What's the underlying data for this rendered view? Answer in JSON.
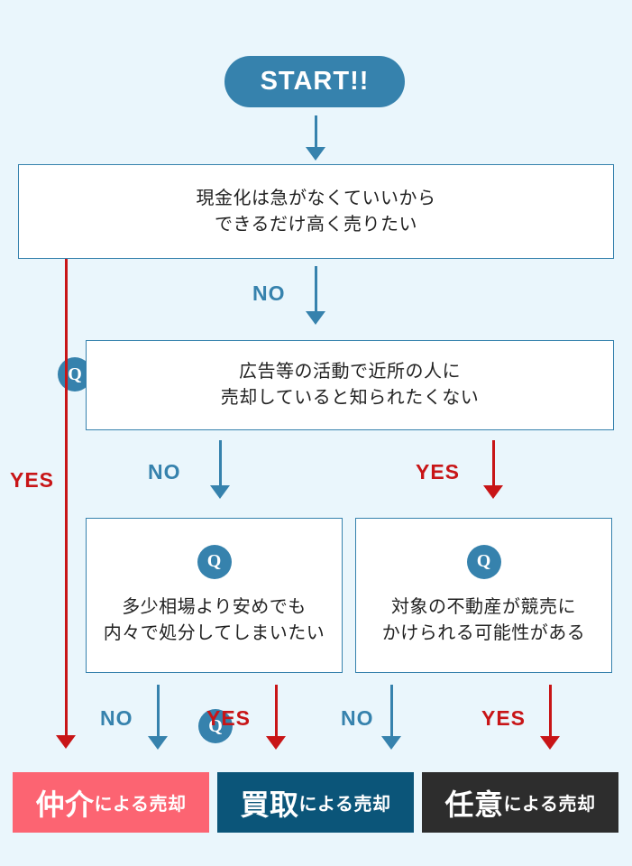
{
  "diagram": {
    "title_pill": "START!!",
    "colors": {
      "background": "#eaf6fc",
      "blue": "#3682ad",
      "red": "#c81517",
      "result_coral": "#fc6472",
      "result_navy": "#0b5579",
      "result_dark": "#2d2d2d",
      "box_fill": "#ffffff",
      "text": "#222222"
    },
    "questions": [
      {
        "badge": "Q",
        "text": "現金化は急がなくていいから\nできるだけ高く売りたい"
      },
      {
        "badge": "Q",
        "text": "広告等の活動で近所の人に\n売却していると知られたくない"
      },
      {
        "badge": "Q",
        "text": "多少相場より安めでも\n内々で処分してしまいたい"
      },
      {
        "badge": "Q",
        "text": "対象の不動産が競売に\nかけられる可能性がある"
      }
    ],
    "branch_labels": {
      "q1_yes": "YES",
      "q1_no": "NO",
      "q2_no": "NO",
      "q2_yes": "YES",
      "q3_no": "NO",
      "q3_yes": "YES",
      "q4_no": "NO",
      "q4_yes": "YES"
    },
    "results": [
      {
        "main": "仲介",
        "sub": "による売却"
      },
      {
        "main": "買取",
        "sub": "による売却"
      },
      {
        "main": "任意",
        "sub": "による売却"
      }
    ]
  }
}
